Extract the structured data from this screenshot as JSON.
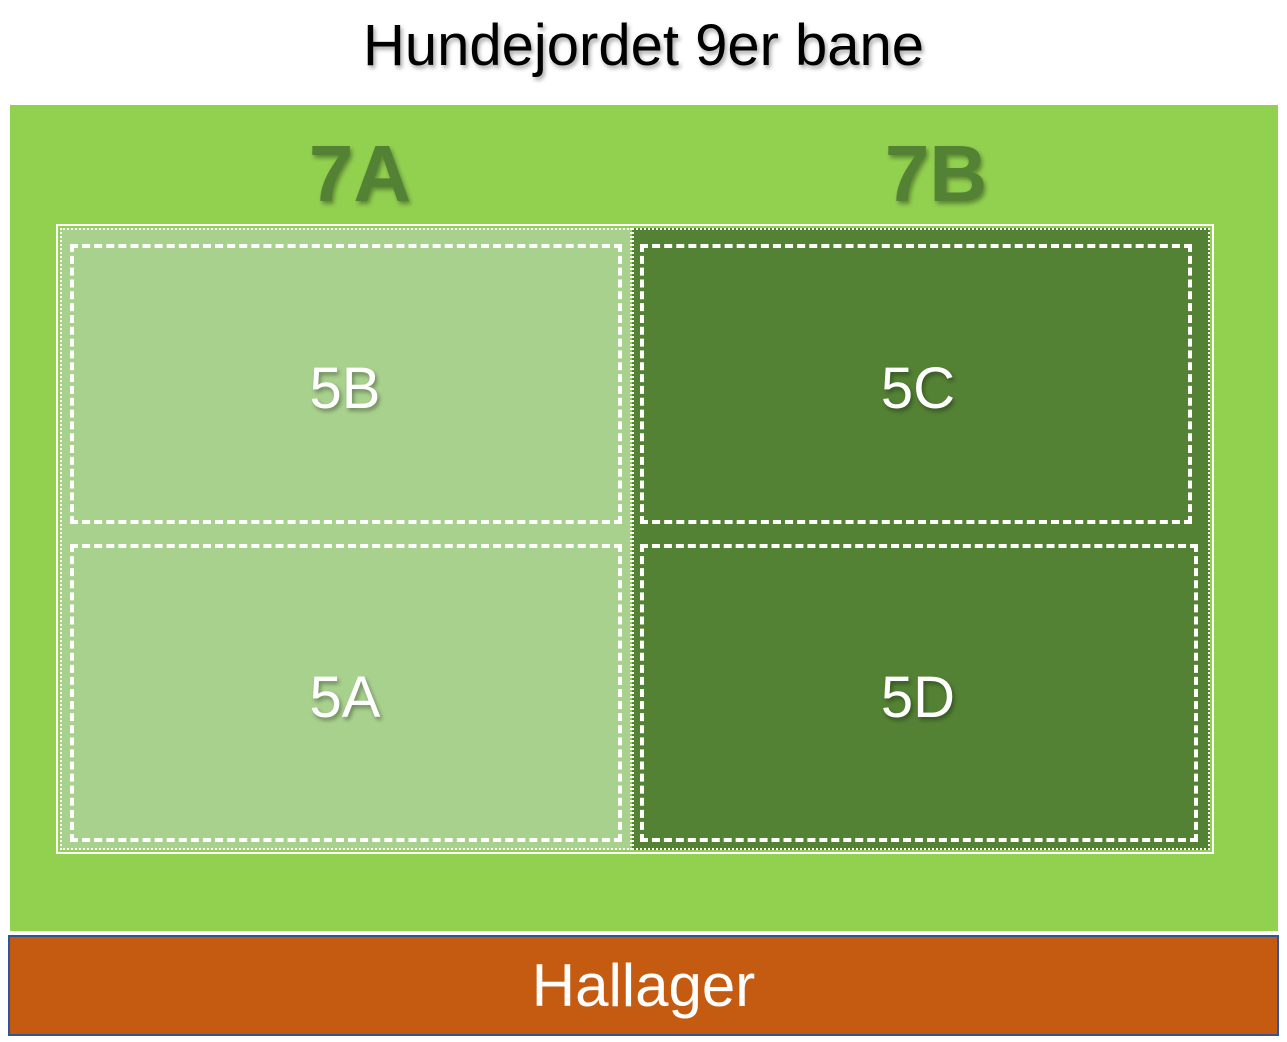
{
  "title": "Hundejordet 9er bane",
  "colors": {
    "field": "#92d050",
    "zone_label": "#548235",
    "light_pitch": "#a9d18e",
    "dark_pitch": "#548235",
    "lines": "#ffffff",
    "bar": "#c55a11",
    "bar_border": "#2f5597"
  },
  "zones": [
    {
      "label": "7A"
    },
    {
      "label": "7B"
    }
  ],
  "pitches": [
    {
      "label": "5B",
      "shade": "light"
    },
    {
      "label": "5C",
      "shade": "dark"
    },
    {
      "label": "5A",
      "shade": "light"
    },
    {
      "label": "5D",
      "shade": "dark"
    }
  ],
  "bottom_bar": {
    "label": "Hallager"
  }
}
